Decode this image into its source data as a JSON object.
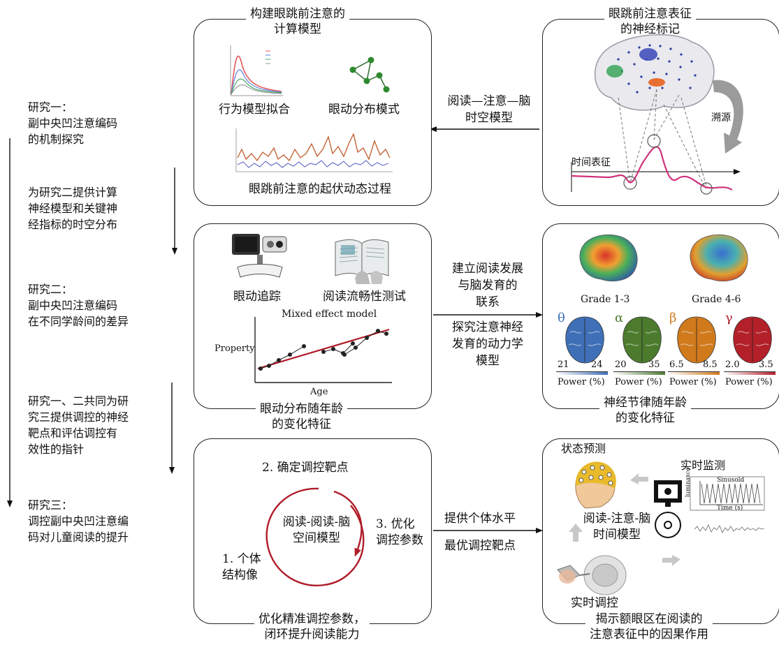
{
  "left_column": {
    "study1": "研究一：\n副中央凹注意编码\n的机制探究",
    "link12": "为研究二提供计算\n神经模型和关键神\n经指标的时空分布",
    "study2": "研究二：\n副中央凹注意编码\n在不同学龄间的差异",
    "link23": "研究一、二共同为研\n究三提供调控的神经\n靶点和评估调控有\n效性的指针",
    "study3": "研究三：\n调控副中央凹注意编\n码对儿童阅读的提升"
  },
  "box_a": {
    "title": "构建眼跳前注意的\n计算模型",
    "label_fit": "行为模型拟合",
    "label_pattern": "眼动分布模式",
    "label_dynamics": "眼跳前注意的起伏动态过程"
  },
  "box_b": {
    "title": "眼跳前注意表征\n的神经标记",
    "trace_label": "时间表征",
    "trace_source": "溯源"
  },
  "arrow_ab_label": "阅读—注意—脑\n时空模型",
  "box_c": {
    "label_tracking": "眼动追踪",
    "label_fluency": "阅读流畅性测试",
    "model_title": "Mixed effect model",
    "y_label": "Property",
    "x_label": "Age",
    "bottom_title": "眼动分布随年龄\n的变化特征"
  },
  "arrow_cd_top": "建立阅读发展\n与脑发育的\n联系",
  "arrow_cd_bottom": "探究注意神经\n发育的动力学\n模型",
  "box_d": {
    "grade1": "Grade 1-3",
    "grade2": "Grade 4-6",
    "bands": [
      {
        "symbol": "θ",
        "min": "21",
        "max": "24",
        "power": "Power (%)",
        "color": "#3f6fb6"
      },
      {
        "symbol": "α",
        "min": "20",
        "max": "35",
        "power": "Power (%)",
        "color": "#4c7b2e"
      },
      {
        "symbol": "β",
        "min": "6.5",
        "max": "8.5",
        "power": "Power (%)",
        "color": "#d07a1c"
      },
      {
        "symbol": "γ",
        "min": "2.0",
        "max": "3.5",
        "power": "Power (%)",
        "color": "#b3202a"
      }
    ],
    "bottom_title": "神经节律随年龄\n的变化特征"
  },
  "box_e": {
    "step2": "2. 确定调控靶点",
    "center": "阅读-阅读-脑\n空间模型",
    "step3": "3. 优化\n调控参数",
    "step1": "1. 个体\n结构像",
    "bottom_title": "优化精准调控参数，\n闭环提升阅读能力"
  },
  "arrow_ef_top": "提供个体水平",
  "arrow_ef_bottom": "最优调控靶点",
  "box_f": {
    "state": "状态预测",
    "monitor": "实时监测",
    "signal_title": "Sinusold",
    "signal_y": "luminance",
    "signal_x": "Time (s)",
    "center": "阅读-注意-脑\n时间模型",
    "stim": "实时调控",
    "bottom_title": "揭示额眼区在阅读的\n注意表征中的因果作用"
  }
}
